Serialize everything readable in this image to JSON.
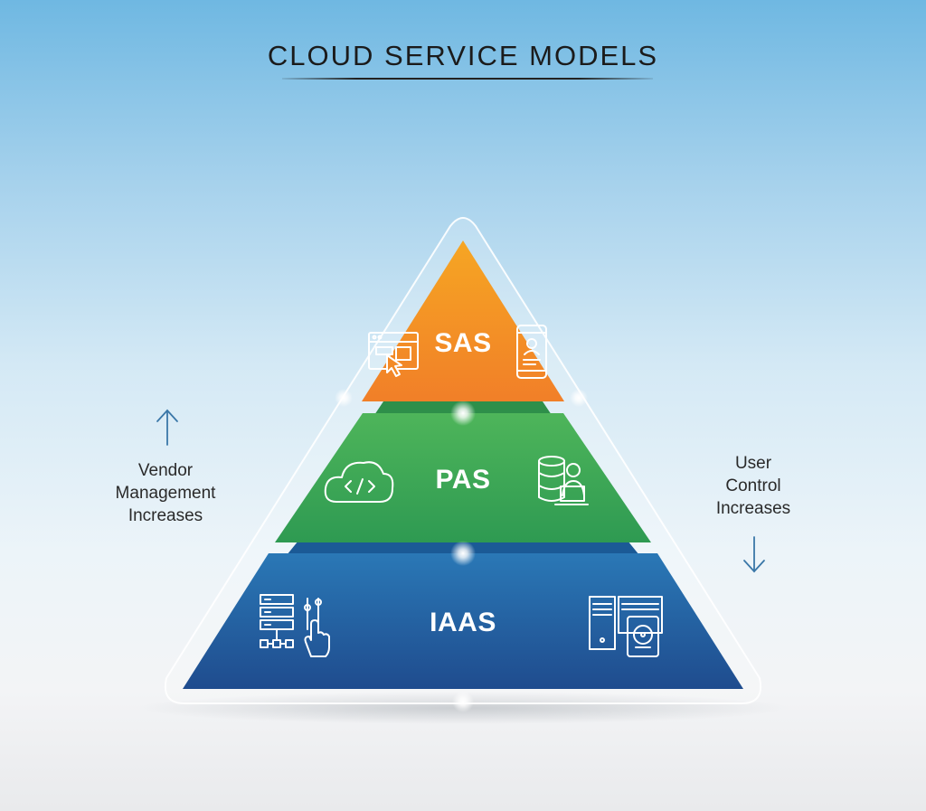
{
  "title": "CLOUD SERVICE MODELS",
  "left_annotation": {
    "lines": [
      "Vendor",
      "Management",
      "Increases"
    ],
    "arrow": "arrow-up-icon"
  },
  "right_annotation": {
    "lines": [
      "User",
      "Control",
      "Increases"
    ],
    "arrow": "arrow-down-icon"
  },
  "tiers": [
    {
      "label": "SAS",
      "color_top": "#f6a623",
      "color_bottom": "#f17f28",
      "icons": [
        "browser-cursor-icon",
        "mobile-profile-icon"
      ]
    },
    {
      "label": "PAS",
      "color_top": "#4eb55a",
      "color_bottom": "#2e9a52",
      "icons": [
        "cloud-code-icon",
        "database-developer-icon"
      ]
    },
    {
      "label": "IAAS",
      "color_top": "#2a78b6",
      "color_bottom": "#1f4c8e",
      "icons": [
        "server-network-touch-icon",
        "server-harddrive-icon"
      ]
    }
  ]
}
